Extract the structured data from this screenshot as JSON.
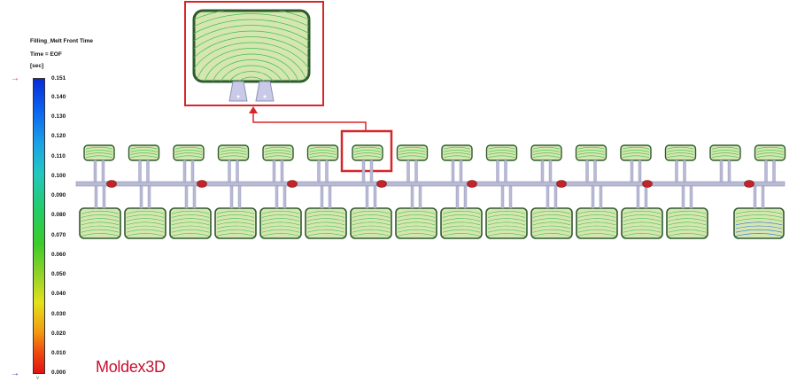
{
  "legend": {
    "title": "Filling_Melt Front Time",
    "subtitle": "Time = EOF",
    "unit": "[sec]",
    "ticks": [
      "0.151",
      "0.140",
      "0.130",
      "0.120",
      "0.110",
      "0.100",
      "0.090",
      "0.080",
      "0.070",
      "0.060",
      "0.050",
      "0.040",
      "0.030",
      "0.020",
      "0.010",
      "0.000"
    ],
    "top_marker": "→",
    "bottom_marker": "→",
    "bottom_marker_sub": "v"
  },
  "brand": {
    "main": "Moldex",
    "suffix": "3D"
  },
  "colors": {
    "part_fill": "#d6e6b0",
    "part_edge": "#2e5a2e",
    "contour": "#3cc04c",
    "runner": "#b9bad4",
    "highlight": "#d6262b",
    "gate": "#c0252a"
  }
}
